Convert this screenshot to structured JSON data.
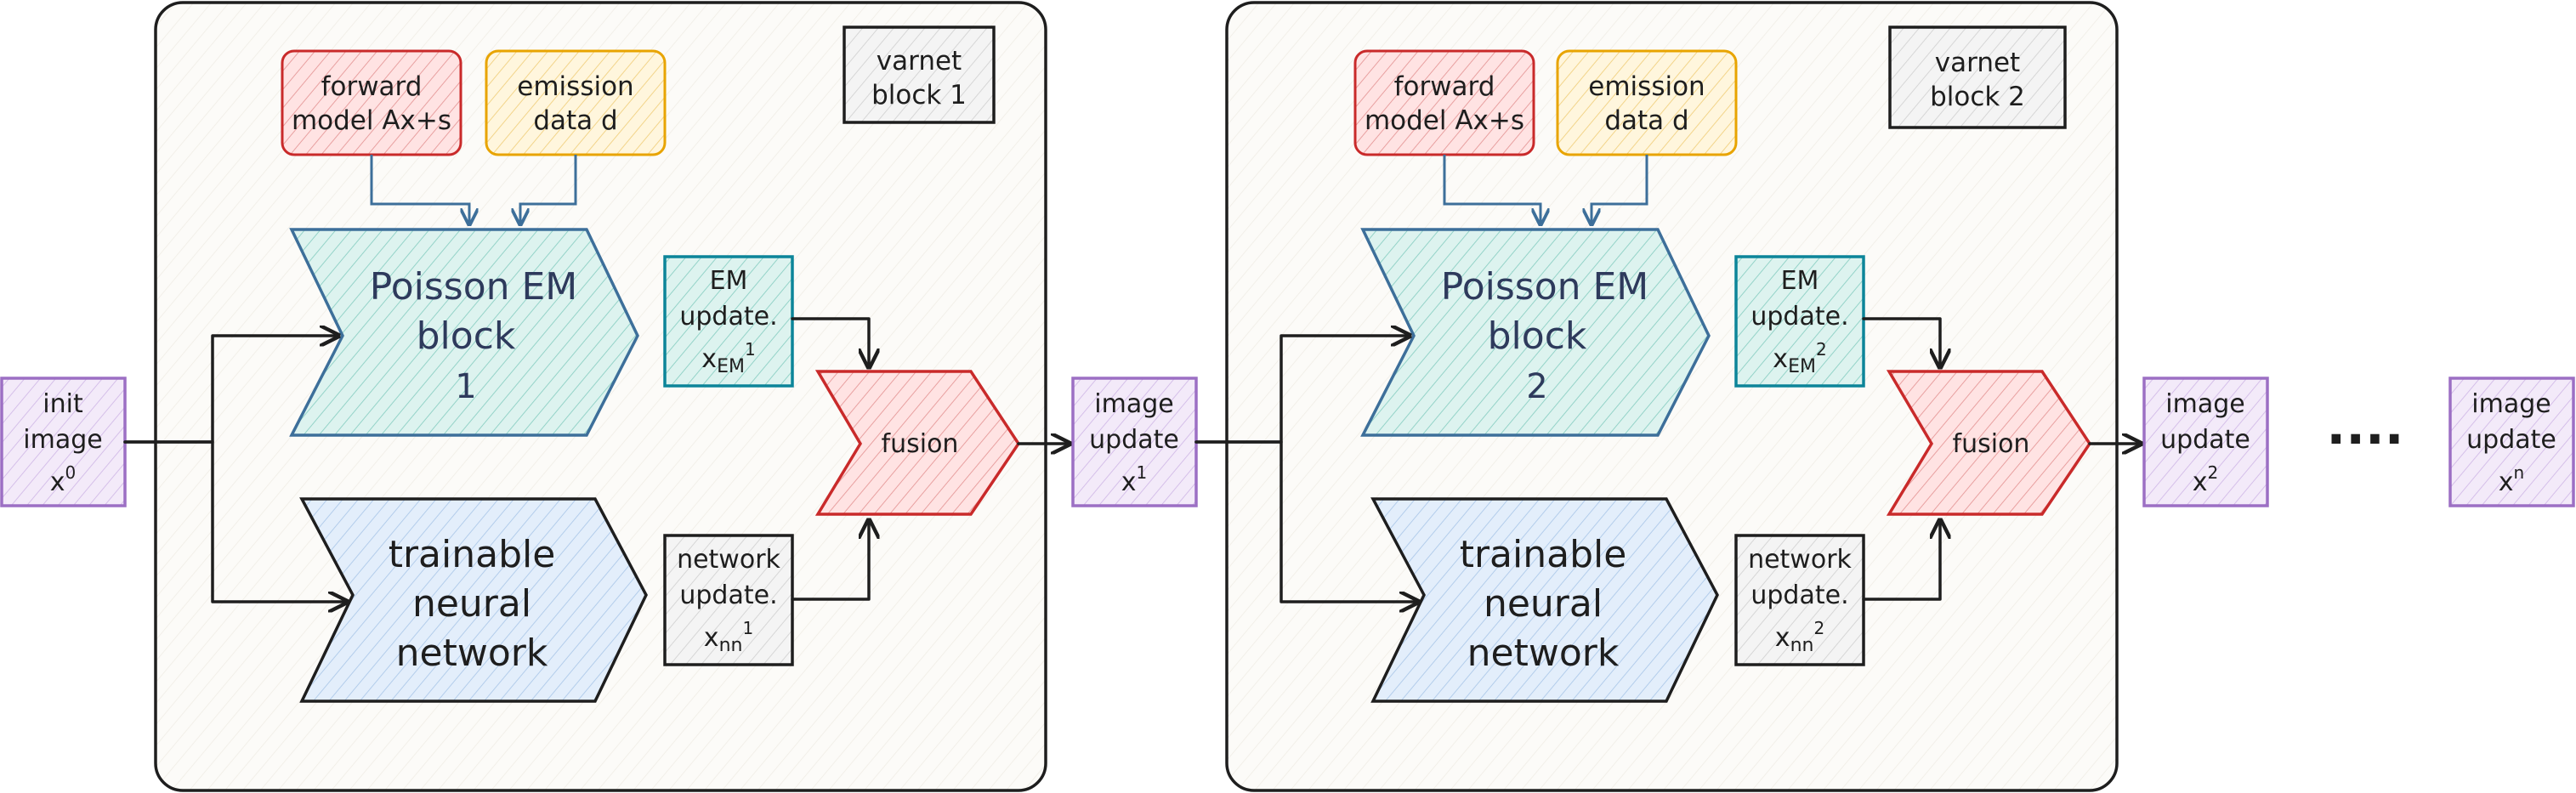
{
  "colors": {
    "red": "#c92a2a",
    "red_fill": "#ffe3e3",
    "amber": "#e8a400",
    "amber_fill": "#fff3d0",
    "blue": "#3d6f9a",
    "teal": "#0c8599",
    "teal_fill": "#d3f0ec",
    "purple": "#9c6fc4",
    "purple_fill": "#f0e6f7",
    "ink": "#1e1e1e",
    "panel_fill": "#fbfaf6"
  },
  "input": {
    "lines": [
      "init",
      "image",
      "x"
    ],
    "sup": "0"
  },
  "blocks": [
    {
      "title": [
        "varnet",
        "block 1"
      ],
      "forward": [
        "forward",
        "model Ax+s"
      ],
      "emission": [
        "emission",
        "data d"
      ],
      "em_block": [
        "Poisson EM",
        "block",
        "1"
      ],
      "nn_block": [
        "trainable",
        "neural",
        "network"
      ],
      "em_update": [
        "EM",
        "update."
      ],
      "em_var": "x",
      "em_sub": "EM",
      "em_sup": "1",
      "nn_update": [
        "network",
        "update."
      ],
      "nn_var": "x",
      "nn_sub": "nn",
      "nn_sup": "1",
      "fusion": "fusion",
      "output": {
        "lines": [
          "image",
          "update",
          "x"
        ],
        "sup": "1"
      }
    },
    {
      "title": [
        "varnet",
        "block 2"
      ],
      "forward": [
        "forward",
        "model Ax+s"
      ],
      "emission": [
        "emission",
        "data d"
      ],
      "em_block": [
        "Poisson EM",
        "block",
        "2"
      ],
      "nn_block": [
        "trainable",
        "neural",
        "network"
      ],
      "em_update": [
        "EM",
        "update."
      ],
      "em_var": "x",
      "em_sub": "EM",
      "em_sup": "2",
      "nn_update": [
        "network",
        "update."
      ],
      "nn_var": "x",
      "nn_sub": "nn",
      "nn_sup": "2",
      "fusion": "fusion",
      "output": {
        "lines": [
          "image",
          "update",
          "x"
        ],
        "sup": "2"
      }
    }
  ],
  "ellipsis": "....",
  "final": {
    "lines": [
      "image",
      "update",
      "x"
    ],
    "sup": "n"
  }
}
